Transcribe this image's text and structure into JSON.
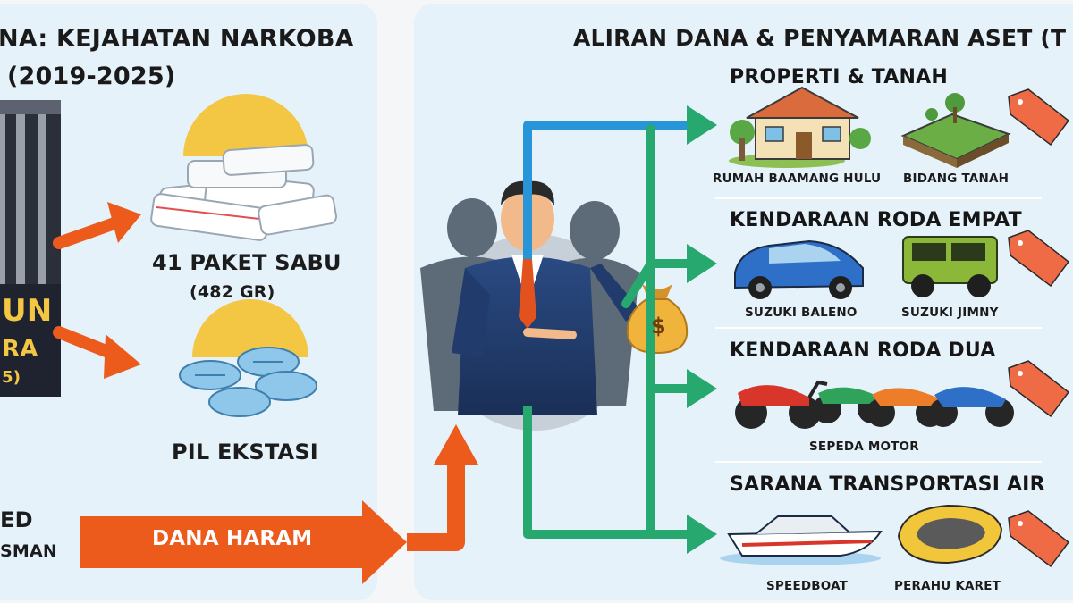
{
  "left": {
    "title_line1": "NA: KEJAHATAN NARKOBA",
    "title_line2": "(2019-2025)",
    "prison_text_1": "UN",
    "prison_text_2": "RA",
    "prison_text_3": "5)",
    "sabu_label": "41 PAKET SABU",
    "sabu_weight": "(482 GR)",
    "ekstasi_label": "PIL EKSTASI",
    "bottom_line1": "ED",
    "bottom_line2": "SMAN",
    "flow_label": "DANA HARAM"
  },
  "right": {
    "title": "ALIRAN DANA & PENYAMARAN ASET (T",
    "categories": [
      {
        "label": "PROPERTI & TANAH",
        "items": [
          "RUMAH BAAMANG HULU",
          "BIDANG TANAH"
        ]
      },
      {
        "label": "KENDARAAN RODA EMPAT",
        "items": [
          "SUZUKI BALENO",
          "SUZUKI JIMNY"
        ]
      },
      {
        "label": "KENDARAAN RODA DUA",
        "items": [
          "SEPEDA MOTOR"
        ]
      },
      {
        "label": "SARANA TRANSPORTASI AIR",
        "items": [
          "SPEEDBOAT",
          "PERAHU KARET"
        ]
      }
    ],
    "money_symbol": "$"
  },
  "colors": {
    "panel": "#e6f2fa",
    "arrow_orange": "#ec5a1c",
    "arrow_green": "#26a86e",
    "arrow_blue": "#2795d8",
    "tag_orange": "#ef6b45",
    "suit_navy": "#213b6c",
    "gold": "#f3c744"
  }
}
